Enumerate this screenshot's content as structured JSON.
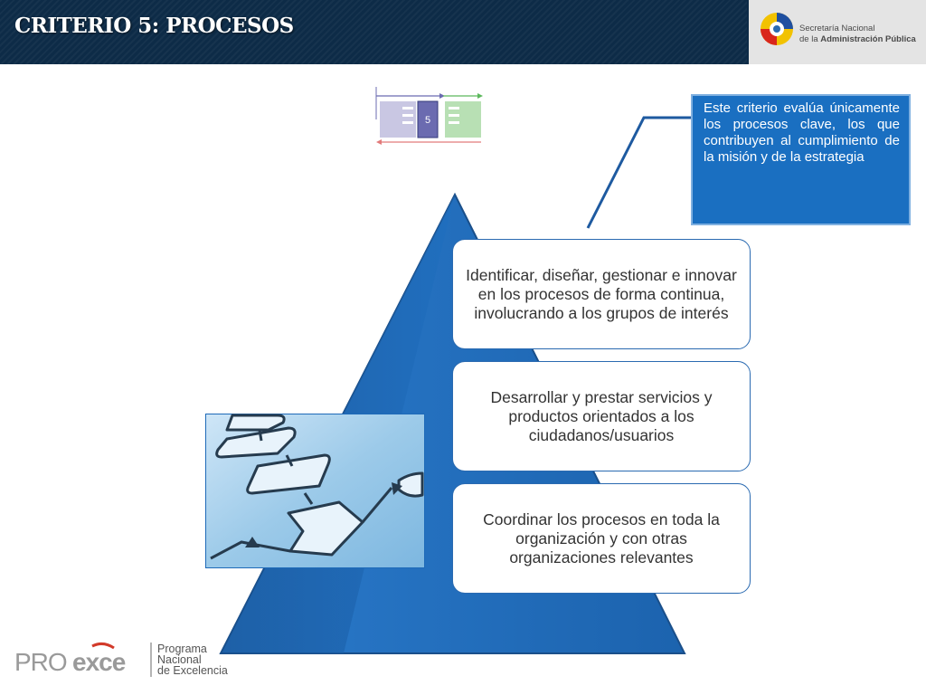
{
  "header": {
    "title": "CRITERIO 5: PROCESOS",
    "background": "#0d2b47"
  },
  "logo": {
    "line1": "Secretaría Nacional",
    "line2_prefix": "de la ",
    "line2_bold": "Administración Pública"
  },
  "mini_diagram": {
    "number": "5",
    "colors": {
      "left": "#c9c7e3",
      "center": "#6b6bb0",
      "right": "#b8e0b4"
    }
  },
  "callout": {
    "text": "Este criterio evalúa únicamente los procesos clave, los que contribuyen al cumplimiento de la misión y de la estrategia",
    "color": "#1a6fc1"
  },
  "pyramid": {
    "color": "#1e6ab8",
    "items": [
      {
        "text": "Identificar, diseñar, gestionar e innovar en los procesos de forma continua, involucrando a los grupos de interés"
      },
      {
        "text": "Desarrollar y prestar servicios y productos orientados a los ciudadanos/usuarios"
      },
      {
        "text": "Coordinar los procesos en toda la organización y con otras organizaciones relevantes"
      }
    ]
  },
  "footer": {
    "brand_pro": "PRO",
    "brand_exce": "exce",
    "program_line1": "Programa",
    "program_line2": "Nacional",
    "program_line3": "de Excelencia"
  }
}
